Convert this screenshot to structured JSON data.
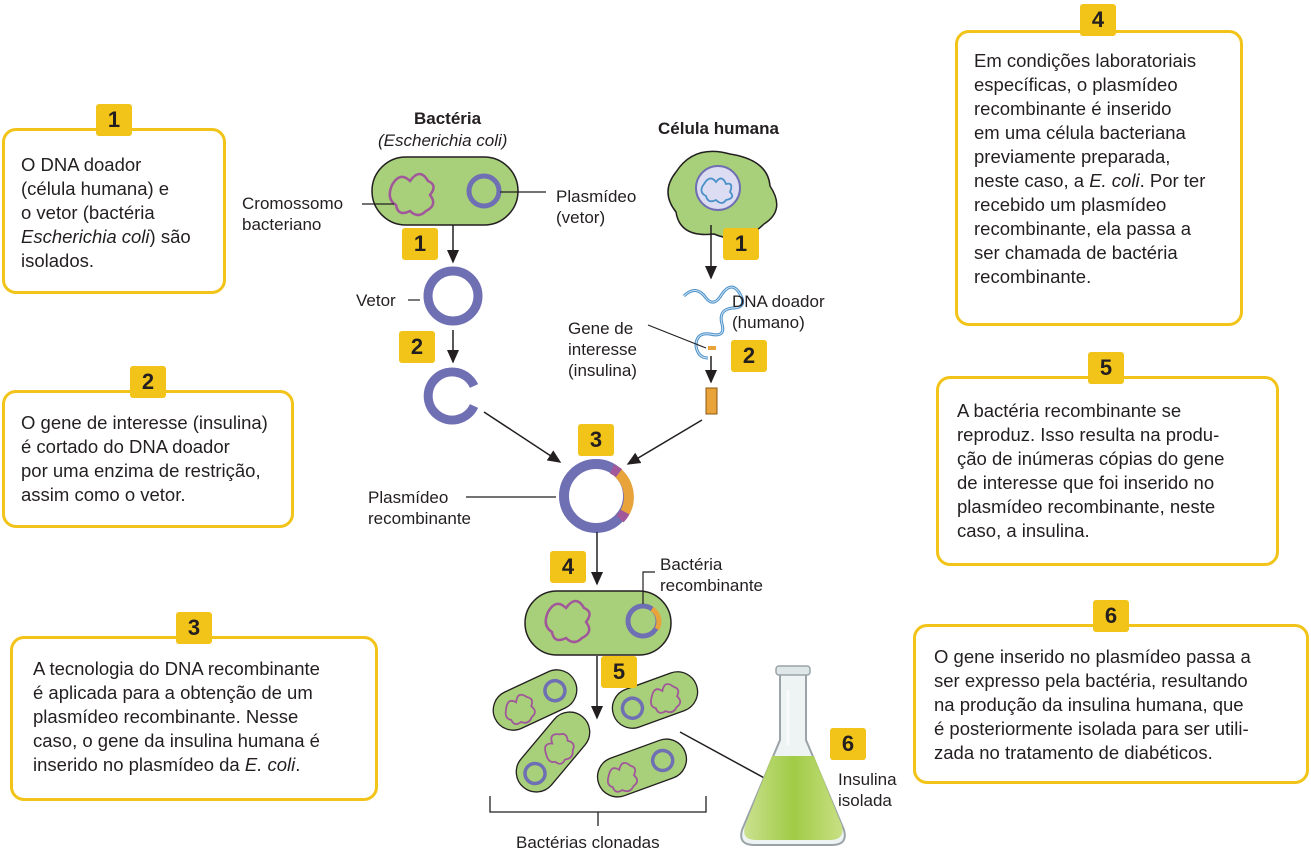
{
  "steps": [
    {
      "n": "1",
      "parts": [
        {
          "t": "O DNA doador"
        },
        {
          "t": "(célula humana) e"
        },
        {
          "t": "o vetor (bactéria"
        },
        {
          "t": "Escherichia coli",
          "i": true,
          "tail": ") são"
        },
        {
          "t": "isolados."
        }
      ]
    },
    {
      "n": "2",
      "parts": [
        {
          "t": "O gene de interesse (insulina)"
        },
        {
          "t": "é cortado do DNA doador"
        },
        {
          "t": "por uma enzima de restrição,"
        },
        {
          "t": "assim como o vetor."
        }
      ]
    },
    {
      "n": "3",
      "parts": [
        {
          "t": "A tecnologia do DNA recombinante"
        },
        {
          "t": "é aplicada para a obtenção de um"
        },
        {
          "t": "plasmídeo recombinante. Nesse"
        },
        {
          "t": "caso, o gene da insulina humana é"
        },
        {
          "t": "inserido no plasmídeo da ",
          "tail_i": "E. coli",
          "tail2": "."
        }
      ]
    },
    {
      "n": "4",
      "parts": [
        {
          "t": "Em condições laboratoriais"
        },
        {
          "t": "específicas, o plasmídeo"
        },
        {
          "t": "recombinante é inserido"
        },
        {
          "t": "em uma célula bacteriana"
        },
        {
          "t": "previamente preparada,"
        },
        {
          "t": "neste caso, a ",
          "tail_i": "E. coli",
          "tail2": ". Por ter"
        },
        {
          "t": "recebido um plasmídeo"
        },
        {
          "t": "recombinante, ela passa a"
        },
        {
          "t": "ser chamada de bactéria"
        },
        {
          "t": "recombinante."
        }
      ]
    },
    {
      "n": "5",
      "parts": [
        {
          "t": "A bactéria recombinante se"
        },
        {
          "t": "reproduz. Isso resulta na produ-"
        },
        {
          "t": "ção de inúmeras cópias do gene"
        },
        {
          "t": "de interesse que foi inserido no"
        },
        {
          "t": "plasmídeo recombinante, neste"
        },
        {
          "t": "caso, a insulina."
        }
      ]
    },
    {
      "n": "6",
      "parts": [
        {
          "t": "O gene inserido no plasmídeo passa a"
        },
        {
          "t": "ser expresso pela bactéria, resultando"
        },
        {
          "t": "na produção da insulina humana, que"
        },
        {
          "t": "é posteriormente isolada para ser utili-"
        },
        {
          "t": "zada no tratamento de diabéticos."
        }
      ]
    }
  ],
  "diagram": {
    "bacteria_title": "Bactéria",
    "bacteria_species": "(Escherichia coli)",
    "human_title": "Célula humana",
    "chromosome_label_1": "Cromossomo",
    "chromosome_label_2": "bacteriano",
    "plasmid_label_1": "Plasmídeo",
    "plasmid_label_2": "(vetor)",
    "vector_label": "Vetor",
    "donor_dna_1": "DNA doador",
    "donor_dna_2": "(humano)",
    "gene_label_1": "Gene de",
    "gene_label_2": "interesse",
    "gene_label_3": "(insulina)",
    "recombinant_plasmid_1": "Plasmídeo",
    "recombinant_plasmid_2": "recombinante",
    "recombinant_bacteria_1": "Bactéria",
    "recombinant_bacteria_2": "recombinante",
    "cloned_bacteria": "Bactérias clonadas",
    "insulin_1": "Insulina",
    "insulin_2": "isolada",
    "step_badges": [
      "1",
      "1",
      "2",
      "2",
      "3",
      "4",
      "5",
      "6"
    ]
  },
  "colors": {
    "accent": "#f2c318",
    "bacteria_fill": "#a8cf7a",
    "plasmid": "#6f6fb3",
    "chromosome": "#a0589a",
    "gene": "#e8a33a",
    "dna": "#4a90c8"
  }
}
